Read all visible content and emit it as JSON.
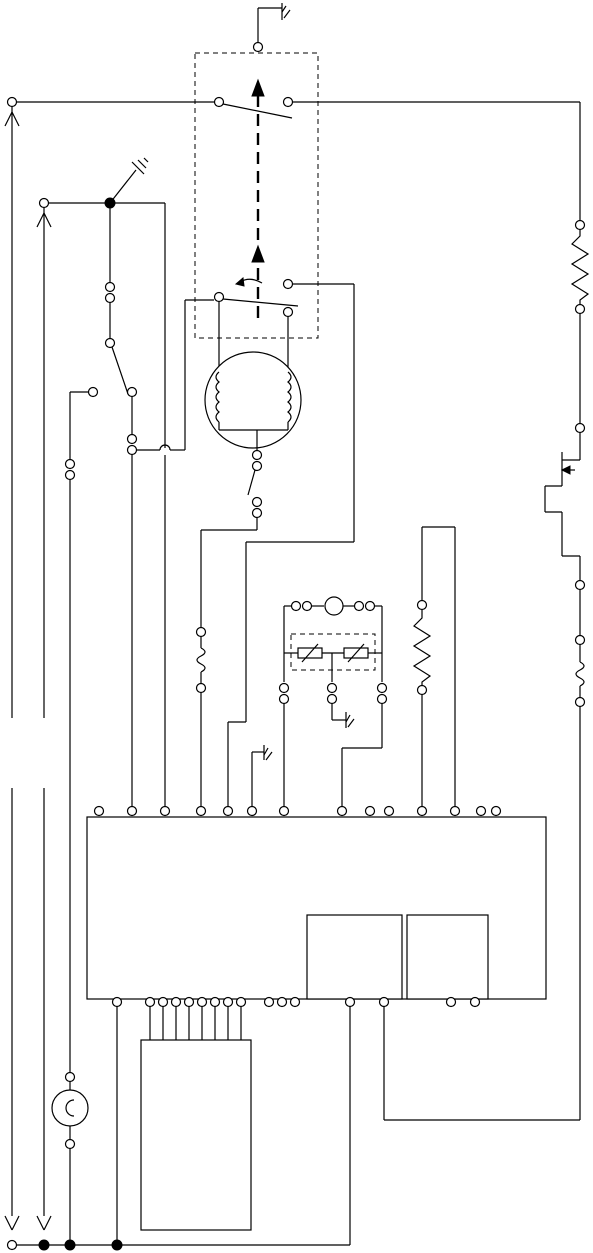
{
  "diagram": {
    "kind": "electrical-wiring-schematic",
    "text_labels": [],
    "components": {
      "relay": [
        "relay-contact-upper",
        "relay-contact-lower",
        "relay-actuator-arrow"
      ],
      "motor": [
        "motor-with-windings"
      ],
      "control_board": [
        "main-control-board",
        "sub-module-left",
        "sub-module-right"
      ],
      "inline_parts": [
        "heater-resistor-right",
        "heater-resistor-middle",
        "transistor",
        "fuse-left",
        "fuse-right",
        "thermistor-pair",
        "lamp-sensor",
        "switch-left",
        "switch-motor"
      ],
      "display": [
        "connector-module-bottom"
      ],
      "grounds": [
        "ground-top",
        "ground-upper-left",
        "ground-middle",
        "ground-thermistor"
      ],
      "power_terminals": [
        "power-terminal-1",
        "power-terminal-2"
      ]
    }
  }
}
